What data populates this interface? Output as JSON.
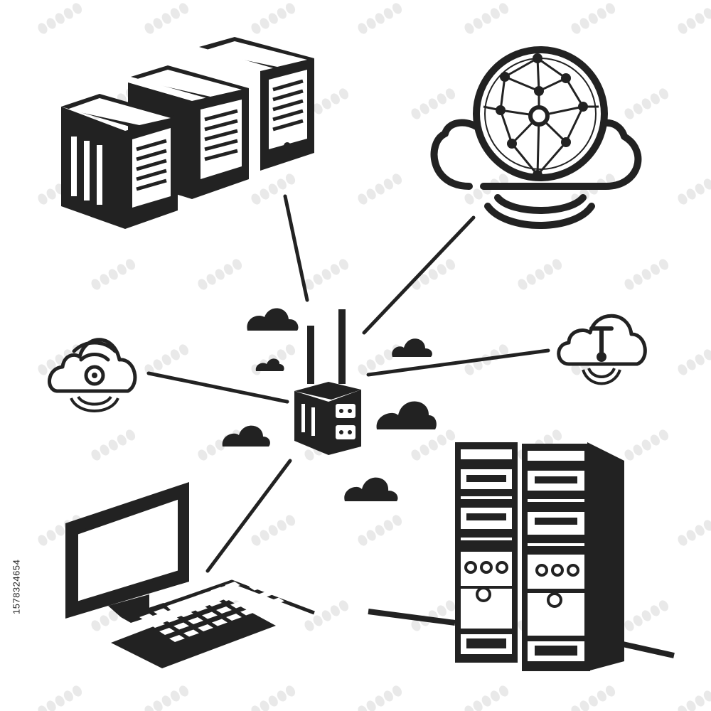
{
  "image": {
    "stock_id": "1578324654",
    "watermark_mark": "adobe-stock-watermark",
    "colors": {
      "ink": "#222222",
      "background": "#ffffff",
      "screen": "#ffffff"
    }
  },
  "diagram": {
    "hub": {
      "icon": "router-with-antennas-icon"
    },
    "nodes": [
      {
        "id": "server-cluster",
        "icon": "server-cluster-icon"
      },
      {
        "id": "cloud-globe",
        "icon": "cloud-globe-network-icon"
      },
      {
        "id": "cloud-download",
        "icon": "cloud-download-icon"
      },
      {
        "id": "cloud-wifi",
        "icon": "cloud-wifi-icon"
      },
      {
        "id": "desktop-computer",
        "icon": "desktop-computer-icon"
      },
      {
        "id": "server-racks",
        "icon": "server-rack-icon"
      }
    ],
    "decorations": [
      "small-cloud-icon",
      "small-cloud-icon",
      "small-cloud-icon",
      "small-cloud-icon",
      "small-cloud-icon",
      "small-cloud-icon"
    ]
  }
}
